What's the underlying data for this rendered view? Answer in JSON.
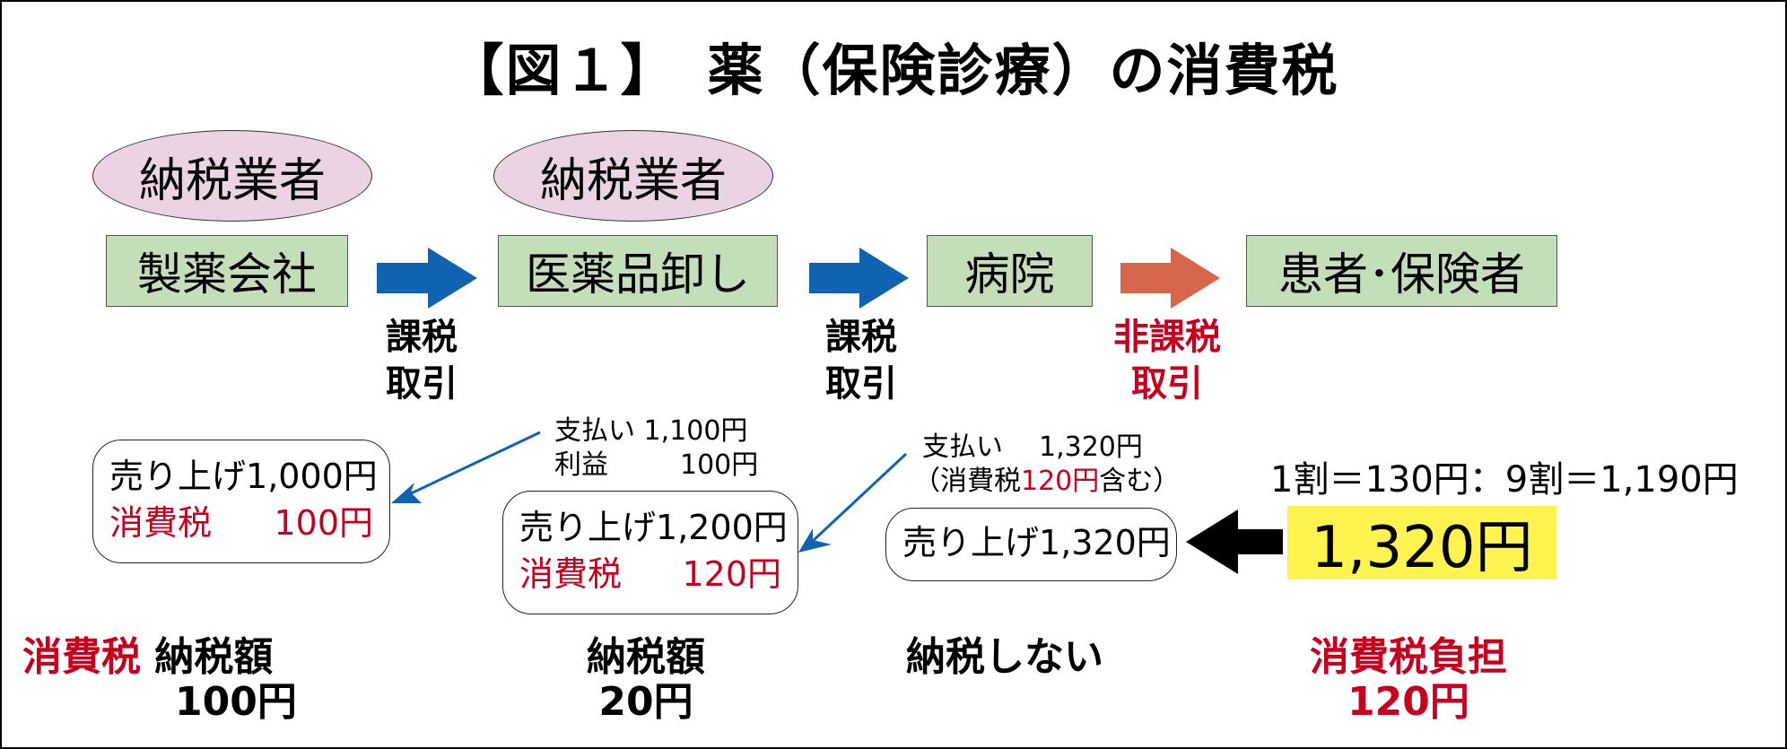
{
  "title": "【図１】　薬（保険診療）の消費税",
  "colors": {
    "taxpayer_ellipse": "#ead4e3",
    "entity_box": "#c4deb9",
    "taxable_arrow": "#0f63b0",
    "nontaxable_arrow": "#d5664a",
    "red_text": "#c8001e",
    "highlight": "#fff44f",
    "black_arrow": "#000000"
  },
  "taxpayer_labels": [
    "納税業者",
    "納税業者"
  ],
  "entities": [
    "製薬会社",
    "医薬品卸し",
    "病院",
    "患者･保険者"
  ],
  "transactions": [
    {
      "line1": "課税",
      "line2": "取引",
      "type": "taxable"
    },
    {
      "line1": "課税",
      "line2": "取引",
      "type": "taxable"
    },
    {
      "line1": "非課税",
      "line2": "取引",
      "type": "non-taxable"
    }
  ],
  "sales_boxes": [
    {
      "sales_label": "売り上げ",
      "sales_value": "1,000円",
      "tax_label": "消費税",
      "tax_value": "100円"
    },
    {
      "sales_label": "売り上げ",
      "sales_value": "1,200円",
      "tax_label": "消費税",
      "tax_value": "120円"
    },
    {
      "sales_label": "売り上げ",
      "sales_value": "1,320円"
    }
  ],
  "payment_notes": [
    {
      "line1_label": "支払い",
      "line1_value": "1,100円",
      "line2_label": "利益",
      "line2_value": "100円"
    },
    {
      "line1_label": "支払い",
      "line1_value": "1,320円",
      "line2_prefix": "（消費税",
      "line2_red": "120円",
      "line2_suffix": "含む）"
    }
  ],
  "patient_split": "1割＝130円：9割＝1,190円",
  "patient_payment": "1,320円",
  "bottom": {
    "col1_red": "消費税",
    "col1_label": "納税額",
    "col1_value": "100円",
    "col2_label": "納税額",
    "col2_value": "20円",
    "col3_label": "納税しない",
    "col4_label": "消費税負担",
    "col4_value": "120円"
  }
}
